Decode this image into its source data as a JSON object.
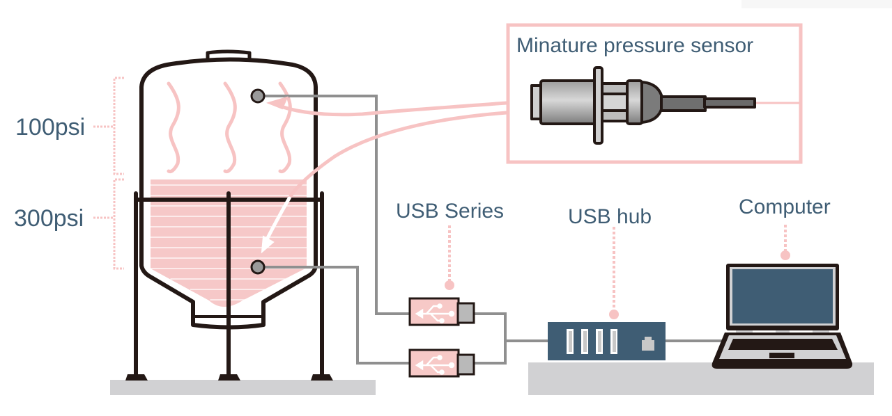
{
  "title": "Pressure monitoring setup for vessel",
  "labels": {
    "sensor": "Minature pressure sensor",
    "usb_series": "USB Series",
    "usb_hub": "USB hub",
    "computer": "Computer",
    "pressure_top": "100psi",
    "pressure_bottom": "300psi"
  },
  "colors": {
    "label_text": "#3f5d74",
    "accent_pink": "#f7c3c3",
    "liquid_fill": "#f6c8c8",
    "outline": "#231815",
    "wire_gray": "#8f8f8f",
    "device_blue": "#3f5d74",
    "ground_gray": "#d1d1d3",
    "usb_body": "#f7c9c7",
    "usb_plug": "#b9b9b9"
  },
  "components": [
    {
      "id": "vessel",
      "name": "Tank vessel with liquid"
    },
    {
      "id": "sensor-top",
      "name": "Pressure sensor (gas region)"
    },
    {
      "id": "sensor-bottom",
      "name": "Pressure sensor (liquid region)"
    },
    {
      "id": "usb-adapter-1",
      "name": "USB adapter"
    },
    {
      "id": "usb-adapter-2",
      "name": "USB adapter"
    },
    {
      "id": "usb-hub",
      "name": "USB hub",
      "ports": 4
    },
    {
      "id": "laptop",
      "name": "Computer"
    }
  ],
  "connections": [
    {
      "from": "sensor-top",
      "to": "usb-adapter-1"
    },
    {
      "from": "sensor-bottom",
      "to": "usb-adapter-2"
    },
    {
      "from": "usb-adapter-1",
      "to": "usb-hub"
    },
    {
      "from": "usb-adapter-2",
      "to": "usb-hub"
    },
    {
      "from": "usb-hub",
      "to": "laptop"
    }
  ]
}
